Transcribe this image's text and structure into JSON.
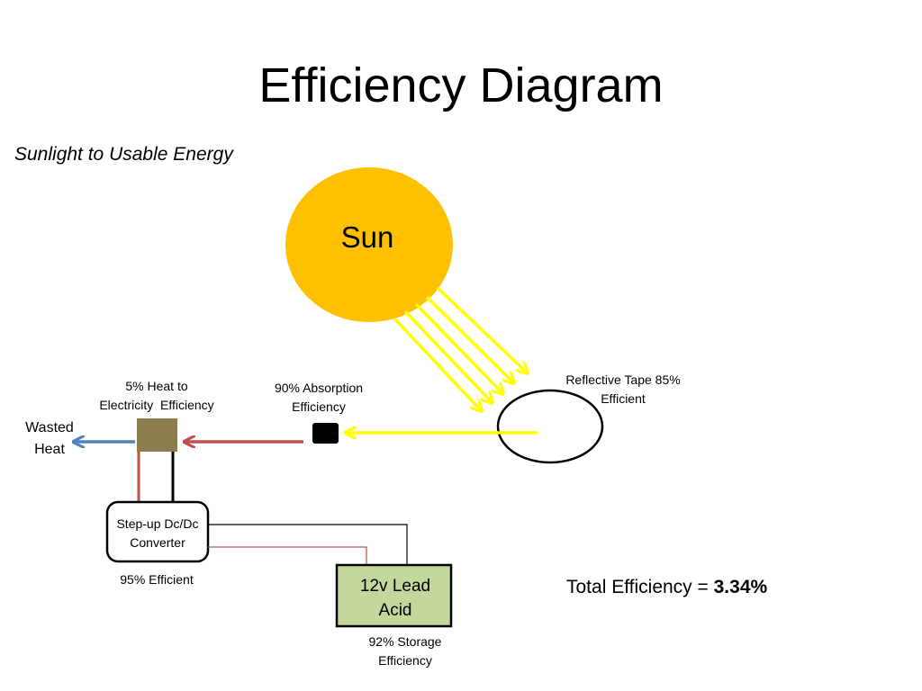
{
  "slide": {
    "title": "Efficiency Diagram",
    "subtitle": "Sunlight to Usable Energy"
  },
  "colors": {
    "sun_fill": "#FFC000",
    "light_ray": "#FFFF00",
    "heat_arrow": "#C0504D",
    "wasted_arrow": "#4F81BD",
    "generator_fill": "#8B7D4E",
    "battery_fill": "#C3D69B"
  },
  "nodes": {
    "sun": {
      "label": "Sun"
    },
    "reflective_tape": {
      "line1": "Reflective Tape 85%",
      "line2": "Efficient"
    },
    "absorber": {
      "line1": "90% Absorption",
      "line2": "Efficiency"
    },
    "heat_generator": {
      "line1": "5% Heat to",
      "line2": "Electricity  Efficiency"
    },
    "wasted_heat": {
      "line1": "Wasted",
      "line2": "Heat"
    },
    "converter": {
      "line1": "Step-up Dc/Dc",
      "line2": "Converter",
      "efficiency": "95% Efficient"
    },
    "battery": {
      "line1": "12v Lead",
      "line2": "Acid",
      "line3": "92% Storage",
      "line4": "Efficiency"
    }
  },
  "total": {
    "label": "Total Efficiency = ",
    "value": "3.34%"
  }
}
